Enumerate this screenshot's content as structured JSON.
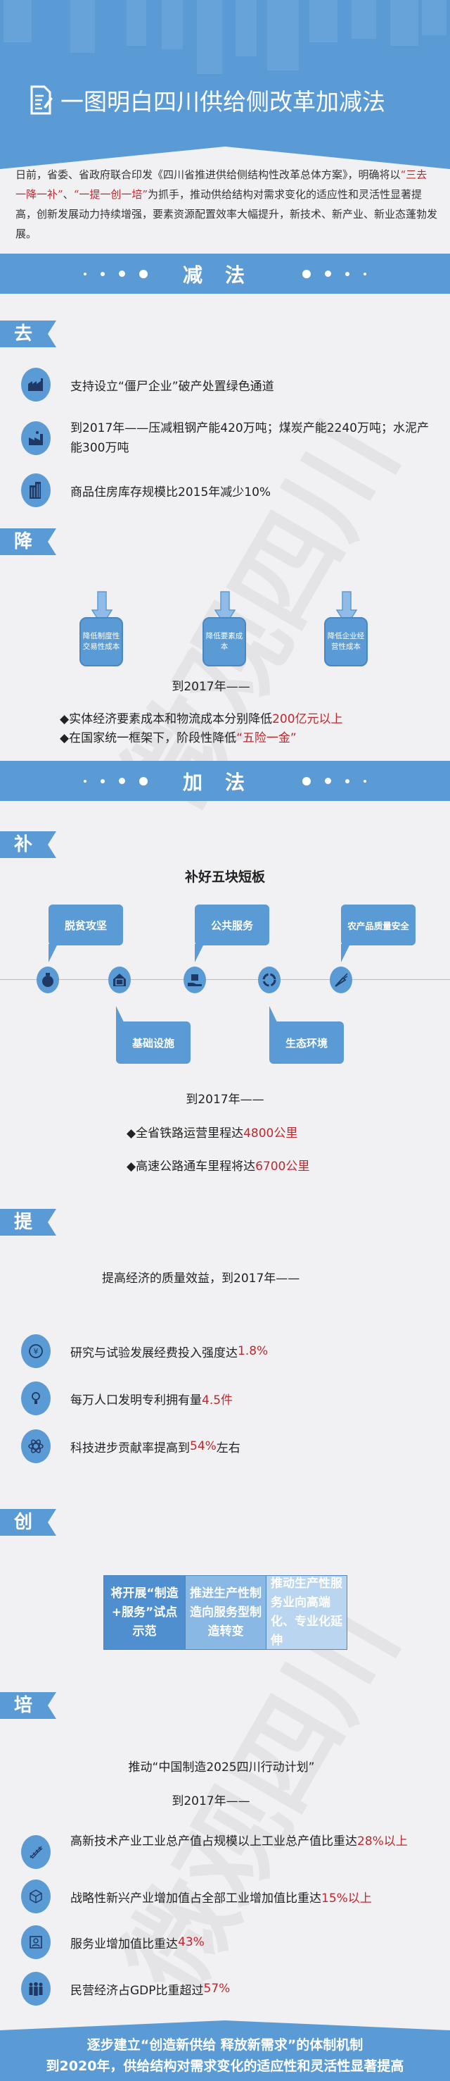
{
  "header": {
    "title": "一图明白四川供给侧改革加减法"
  },
  "intro": {
    "p1": "日前，省委、省政府联合印发《四川省推进供给侧结构性改革总体方案》，明确将以",
    "h1": "“三去一降一补”",
    "sep": "、",
    "h2": "“一提一创一培”",
    "p2": "为抓手，推动供给结构对需求变化的适应性和灵活性显著提高，创新发展动力持续增强，要素资源配置效率大幅提升，新技术、新产业、新业态蓬勃发展。"
  },
  "watermark": "微观四川",
  "subtract": {
    "banner": "减法",
    "qu": {
      "tag": "去",
      "items": [
        {
          "icon": "factory-icon",
          "text": "支持设立“僵尸企业”破产处置绿色通道"
        },
        {
          "icon": "factory-smoke-icon",
          "text": "到2017年——压减粗钢产能420万吨；煤炭产能2240万吨；水泥产能300万吨"
        },
        {
          "icon": "building-icon",
          "text": "商品住房库存规模比2015年减少10%"
        }
      ]
    },
    "jiang": {
      "tag": "降",
      "boxes": [
        "降低制度性交易性成本",
        "降低要素成本",
        "降低企业经营性成本"
      ],
      "by": "到2017年——",
      "b1": "◆实体经济要素成本和物流成本分别降低",
      "b1r": "200亿元以上",
      "b2": "◆在国家统一框架下，阶段性降低",
      "b2r": "“五险一金”"
    }
  },
  "add": {
    "banner": "加法",
    "bu": {
      "tag": "补",
      "title": "补好五块短板",
      "callouts": [
        "脱贫攻坚",
        "基础设施",
        "公共服务",
        "生态环境",
        "农产品质量安全"
      ],
      "by": "到2017年——",
      "b1": "◆全省铁路运营里程达",
      "b1r": "4800公里",
      "b2": "◆高速公路通车里程将达",
      "b2r": "6700公里"
    },
    "ti": {
      "tag": "提",
      "intro": "提高经济的质量效益，到2017年——",
      "items": [
        {
          "icon": "yuan-icon",
          "text": "研究与试验发展经费投入强度达",
          "red": "1.8%"
        },
        {
          "icon": "lightbulb-icon",
          "text": "每万人口发明专利拥有量",
          "red": "4.5件"
        },
        {
          "icon": "atom-icon",
          "text": "科技进步贡献率提高到",
          "red": "54%",
          "tail": "左右"
        }
      ]
    },
    "chuang": {
      "tag": "创",
      "cells": [
        "将开展“制造+服务”试点示范",
        "推进生产性制造向服务型制造转变",
        "推动生产性服务业向高端化、专业化延伸"
      ]
    },
    "pei": {
      "tag": "培",
      "intro": "推动“中国制造2025四川行动计划”",
      "by": "到2017年——",
      "items": [
        {
          "icon": "dna-icon",
          "text": "高新技术产业工业总产值占规模以上工业总产值比重达",
          "red": "28%以上"
        },
        {
          "icon": "cube-icon",
          "text": "战略性新兴产业增加值占全部工业增加值比重达",
          "red": "15%以上"
        },
        {
          "icon": "person-icon",
          "text": "服务业增加值比重达",
          "red": "43%"
        },
        {
          "icon": "people-icon",
          "text": "民营经济占GDP比重超过",
          "red": "57%"
        }
      ]
    }
  },
  "footer": {
    "line1": "逐步建立“创造新供给 释放新需求”的体制机制",
    "line2": "到2020年，供给结构对需求变化的适应性和灵活性显著提高"
  },
  "colors": {
    "brand": "#5b9bd5",
    "accent": "#c0272d",
    "icon": "#1f3864"
  }
}
